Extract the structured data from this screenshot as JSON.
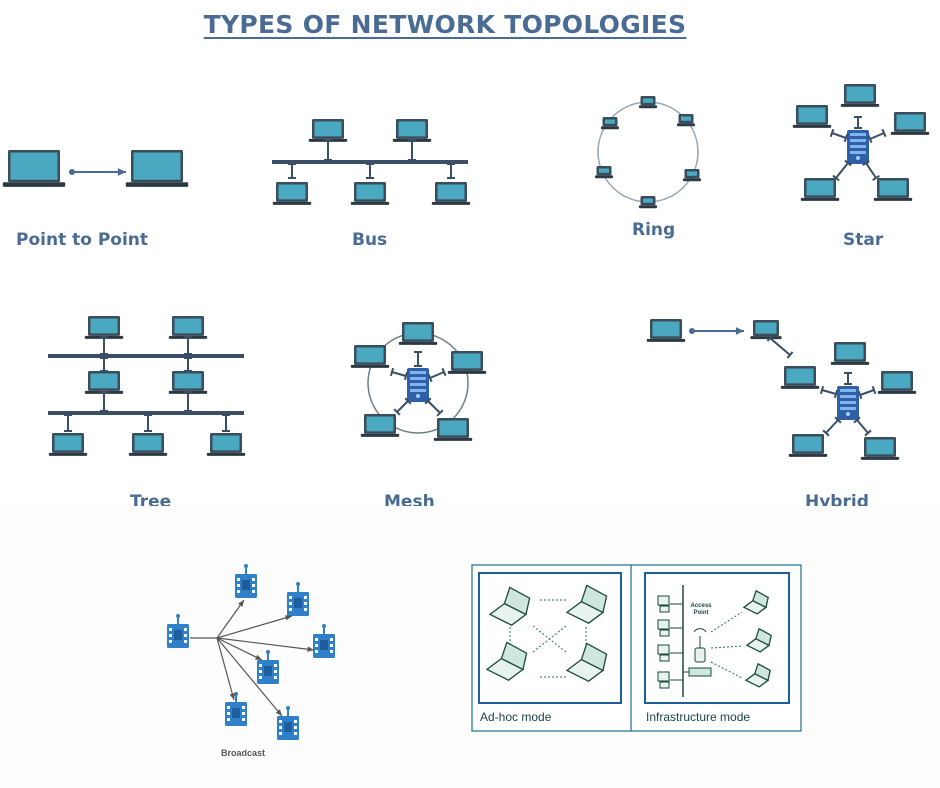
{
  "title": "TYPES OF NETWORK TOPOLOGIES",
  "topologies": {
    "point_to_point": "Point to Point",
    "bus": "Bus",
    "ring": "Ring",
    "star": "Star",
    "tree": "Tree",
    "mesh": "Mesh",
    "hybrid": "Hybrid"
  },
  "broadcast": {
    "label": "Broadcast"
  },
  "wireless": {
    "adhoc_label": "Ad-hoc mode",
    "infra_label": "Infrastructure mode",
    "access_point_label": "Access Point"
  },
  "colors": {
    "accent": "#4a6b93",
    "screen": "#4aa9c0",
    "laptop_body": "#3b4d5a",
    "line": "#3a4f66",
    "node_blue": "#2f7fc9",
    "wireless_border": "#1d6f8a"
  }
}
